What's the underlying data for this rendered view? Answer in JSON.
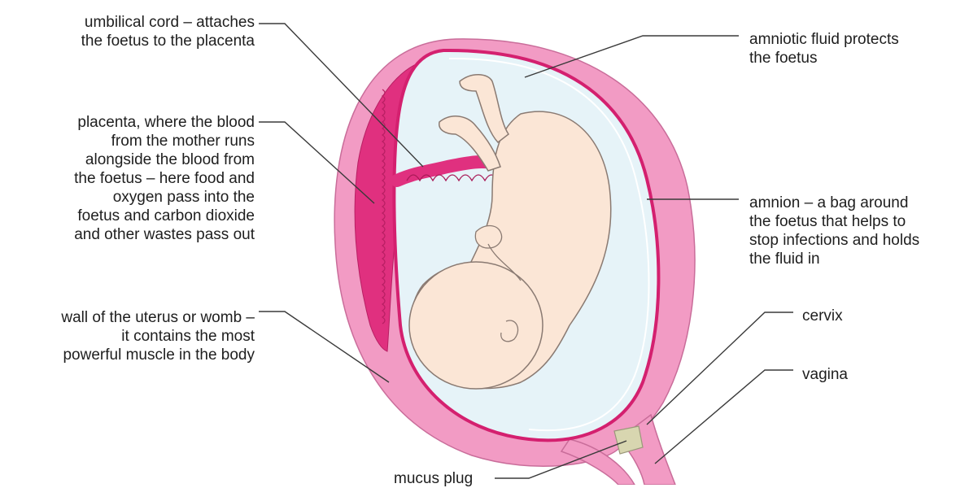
{
  "labels": {
    "umbilical_cord": "umbilical cord – attaches\nthe foetus to the placenta",
    "placenta": "placenta, where the blood\nfrom the mother runs\nalongside the blood from\nthe foetus – here food and\noxygen pass into the\nfoetus and carbon dioxide\nand other wastes pass out",
    "wall": "wall of the uterus or womb –\nit contains the most\npowerful muscle in the body",
    "mucus_plug": "mucus plug",
    "amniotic_fluid": "amniotic fluid protects\nthe foetus",
    "amnion": "amnion – a bag around\nthe foetus that helps to\nstop infections and holds\nthe fluid in",
    "cervix": "cervix",
    "vagina": "vagina"
  },
  "colors": {
    "uterus_wall": "#f29bc4",
    "placenta": "#e0307f",
    "amnion": "#d4206f",
    "amniotic_fluid": "#e6f3f8",
    "foetus": "#fbe6d6",
    "foetus_outline": "#8a7a72",
    "mucus_plug": "#d8d6b0",
    "leader_lines": "#3a3a3a"
  }
}
